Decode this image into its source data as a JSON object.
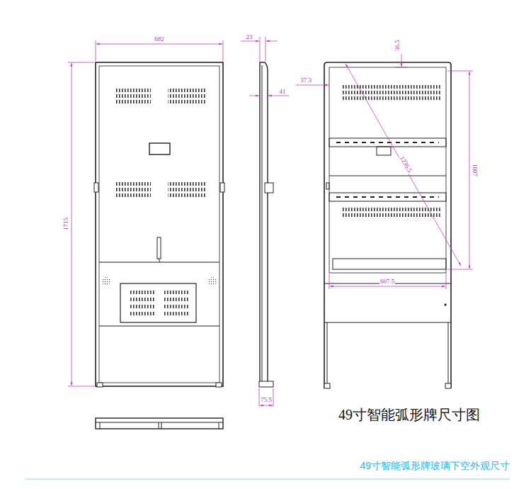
{
  "diagram": {
    "title": "49寸智能弧形牌玻璃下空外观尺寸",
    "caption": "49寸智能弧形牌尺寸图",
    "labels": [
      "682",
      "1715",
      "23",
      "41",
      "75.5",
      "36.5",
      "37.3",
      "1236.5",
      "1007",
      "607.5"
    ]
  }
}
